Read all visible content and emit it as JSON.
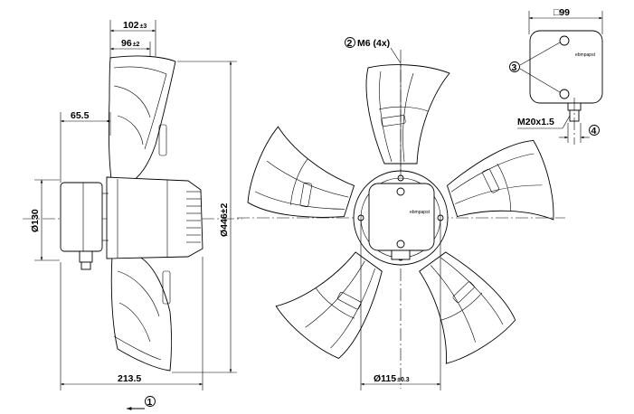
{
  "side_view": {
    "dim_overall_width": "102",
    "dim_overall_width_tol": "±3",
    "dim_blade_width": "96",
    "dim_blade_width_tol": "±2",
    "dim_offset": "65.5",
    "dim_hub_diameter": "Ø130",
    "dim_fan_diameter": "Ø446±2",
    "dim_total_depth": "213.5",
    "callout_airflow": "1"
  },
  "front_view": {
    "callout_mount_num": "2",
    "callout_mount_text": "M6 (4x)",
    "dim_bolt_circle": "Ø115",
    "dim_bolt_circle_tol": "±0.3",
    "hub_logo": "ebmpapst"
  },
  "terminal_box": {
    "dim_box_size": "□99",
    "callout_screws": "3",
    "box_logo": "ebmpapst",
    "dim_gland": "M20x1.5",
    "callout_gland": "4"
  }
}
